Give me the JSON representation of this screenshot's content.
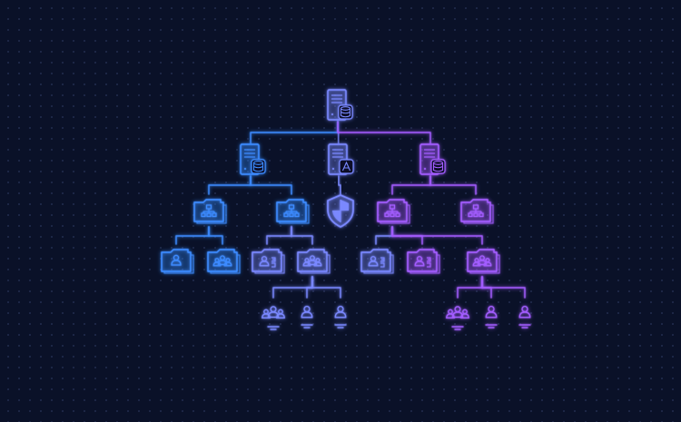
{
  "diagram": {
    "colors": {
      "background": "#0a1128",
      "blue": "#3d8bff",
      "indigo": "#7a88ff",
      "violet": "#a35dff"
    },
    "nodes": [
      {
        "id": "root-server",
        "icon": "database-server-icon",
        "tone": "indigo"
      },
      {
        "id": "left-server",
        "icon": "database-server-icon",
        "tone": "blue"
      },
      {
        "id": "center-server",
        "icon": "auth-server-icon",
        "tone": "indigo"
      },
      {
        "id": "right-server",
        "icon": "database-server-icon",
        "tone": "violet"
      },
      {
        "id": "shield",
        "icon": "security-shield-icon",
        "tone": "indigo"
      },
      {
        "id": "org-folder-1",
        "icon": "org-folder-icon",
        "tone": "blue"
      },
      {
        "id": "org-folder-2",
        "icon": "org-folder-icon",
        "tone": "blue"
      },
      {
        "id": "org-folder-3",
        "icon": "org-folder-icon",
        "tone": "violet"
      },
      {
        "id": "org-folder-4",
        "icon": "org-folder-icon",
        "tone": "violet"
      },
      {
        "id": "user-folder-1",
        "icon": "user-folder-icon",
        "tone": "blue"
      },
      {
        "id": "group-folder-1",
        "icon": "group-folder-icon",
        "tone": "blue"
      },
      {
        "id": "user-key-folder-1",
        "icon": "user-key-folder-icon",
        "tone": "indigo"
      },
      {
        "id": "group-folder-2",
        "icon": "group-folder-icon",
        "tone": "indigo"
      },
      {
        "id": "user-key-folder-2",
        "icon": "user-key-folder-icon",
        "tone": "indigo"
      },
      {
        "id": "user-key-folder-3",
        "icon": "user-key-folder-icon",
        "tone": "violet"
      },
      {
        "id": "group-folder-3",
        "icon": "group-folder-icon",
        "tone": "violet"
      },
      {
        "id": "people-group-1",
        "icon": "people-group-icon",
        "tone": "indigo"
      },
      {
        "id": "person-1",
        "icon": "person-icon",
        "tone": "indigo"
      },
      {
        "id": "person-2",
        "icon": "person-icon",
        "tone": "indigo"
      },
      {
        "id": "people-group-2",
        "icon": "people-group-icon",
        "tone": "violet"
      },
      {
        "id": "person-3",
        "icon": "person-icon",
        "tone": "violet"
      },
      {
        "id": "person-4",
        "icon": "person-icon",
        "tone": "violet"
      }
    ],
    "edges": [
      {
        "from": "root-server",
        "to": "left-server"
      },
      {
        "from": "root-server",
        "to": "center-server"
      },
      {
        "from": "root-server",
        "to": "right-server"
      },
      {
        "from": "center-server",
        "to": "shield"
      },
      {
        "from": "left-server",
        "to": "org-folder-1"
      },
      {
        "from": "left-server",
        "to": "org-folder-2"
      },
      {
        "from": "right-server",
        "to": "org-folder-3"
      },
      {
        "from": "right-server",
        "to": "org-folder-4"
      },
      {
        "from": "org-folder-1",
        "to": "org-folder-2"
      },
      {
        "from": "org-folder-2",
        "to": "shield"
      },
      {
        "from": "shield",
        "to": "org-folder-3"
      },
      {
        "from": "org-folder-3",
        "to": "org-folder-4"
      },
      {
        "from": "org-folder-1",
        "to": "user-folder-1"
      },
      {
        "from": "org-folder-1",
        "to": "group-folder-1"
      },
      {
        "from": "org-folder-2",
        "to": "user-key-folder-1"
      },
      {
        "from": "org-folder-2",
        "to": "group-folder-2"
      },
      {
        "from": "org-folder-3",
        "to": "user-key-folder-2"
      },
      {
        "from": "org-folder-3",
        "to": "user-key-folder-3"
      },
      {
        "from": "org-folder-3",
        "to": "group-folder-3"
      },
      {
        "from": "group-folder-2",
        "to": "people-group-1"
      },
      {
        "from": "group-folder-2",
        "to": "person-1"
      },
      {
        "from": "group-folder-2",
        "to": "person-2"
      },
      {
        "from": "group-folder-3",
        "to": "people-group-2"
      },
      {
        "from": "group-folder-3",
        "to": "person-3"
      },
      {
        "from": "group-folder-3",
        "to": "person-4"
      }
    ]
  }
}
